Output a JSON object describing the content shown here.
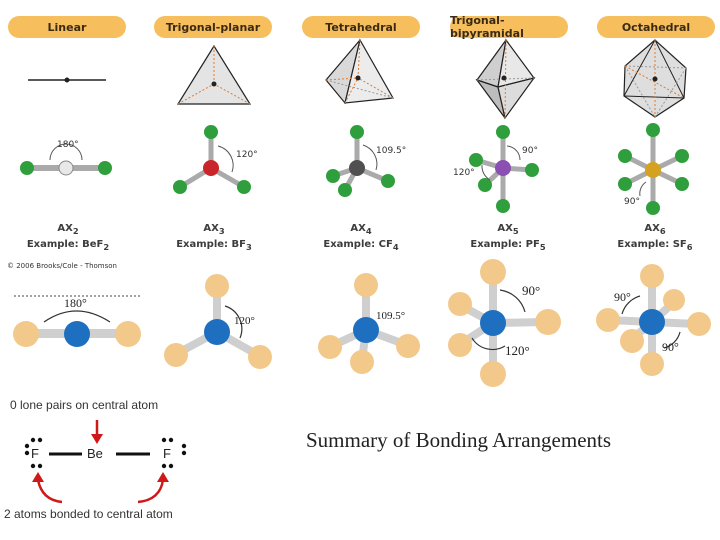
{
  "geometries": [
    {
      "name": "Linear",
      "formula": "AX2",
      "formula_base": "AX",
      "formula_sub": "2",
      "example_prefix": "Example: ",
      "example_base": "BeF",
      "example_sub": "2",
      "angle": "180°"
    },
    {
      "name": "Trigonal-planar",
      "formula": "AX3",
      "formula_base": "AX",
      "formula_sub": "3",
      "example_prefix": "Example: ",
      "example_base": "BF",
      "example_sub": "3",
      "angle": "120°"
    },
    {
      "name": "Tetrahedral",
      "formula": "AX4",
      "formula_base": "AX",
      "formula_sub": "4",
      "example_prefix": "Example: ",
      "example_base": "CF",
      "example_sub": "4",
      "angle": "109.5°"
    },
    {
      "name": "Trigonal-bipyramidal",
      "formula": "AX5",
      "formula_base": "AX",
      "formula_sub": "5",
      "example_prefix": "Example: ",
      "example_base": "PF",
      "example_sub": "5",
      "angle_a": "90°",
      "angle_b": "120°"
    },
    {
      "name": "Octahedral",
      "formula": "AX6",
      "formula_base": "AX",
      "formula_sub": "6",
      "example_prefix": "Example: ",
      "example_base": "SF",
      "example_sub": "6",
      "angle": "90°"
    }
  ],
  "copyright": "© 2006 Brooks/Cole - Thomson",
  "lower_angles": {
    "linear": "180°",
    "trigonal": "120°",
    "tetrahedral": "109.5°",
    "tbp_a": "90°",
    "tbp_b": "120°",
    "oct_a": "90°",
    "oct_b": "90°"
  },
  "lewis": {
    "top_note": "0 lone pairs on central atom",
    "bottom_note": "2 atoms bonded to central atom",
    "left_atom": "F",
    "center_atom": "Be",
    "right_atom": "F"
  },
  "summary_title": "Summary of Bonding Arrangements",
  "colors": {
    "pill": "#f7be5e",
    "arrow": "#d01818",
    "ligand_green": "#2f9e3c",
    "central_blue": "#1f6fc0",
    "ligand_tan": "#f2c98a"
  }
}
